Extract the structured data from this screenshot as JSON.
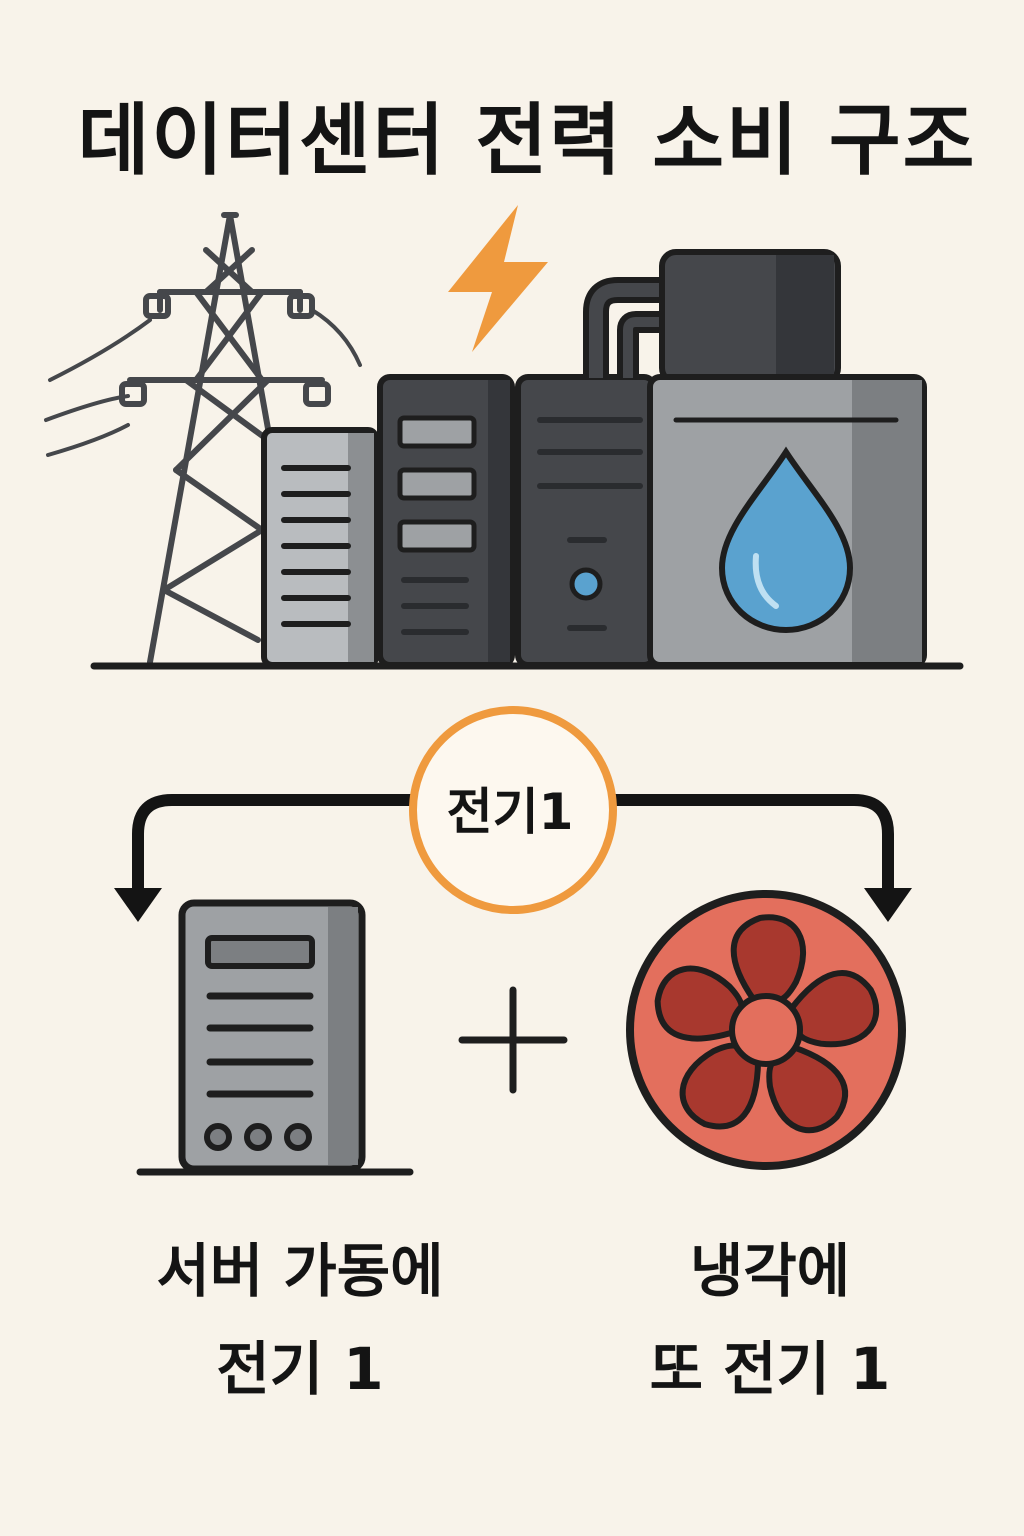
{
  "title": "데이터센터 전력 소비 구조",
  "badge": {
    "label": "전기1"
  },
  "server_caption": {
    "line1": "서버 가동에",
    "line2": "전기 1"
  },
  "cooling_caption": {
    "line1": "냉각에",
    "line2": "또 전기 1"
  },
  "operator": "+",
  "colors": {
    "background": "#f8f3ea",
    "outline": "#1e1e1e",
    "dark_gray": "#45474b",
    "mid_gray": "#9ea1a4",
    "light_gray": "#b9bcbf",
    "accent_orange": "#ef9a3e",
    "water_blue": "#5aa2cf",
    "fan_red": "#e36f5d",
    "fan_blade": "#a8382e"
  },
  "icons": [
    "power-tower-icon",
    "lightning-icon",
    "server-rack-icon",
    "cooling-tank-icon",
    "water-drop-icon",
    "server-icon",
    "fan-icon",
    "plus-icon",
    "arrow-down-icon"
  ]
}
